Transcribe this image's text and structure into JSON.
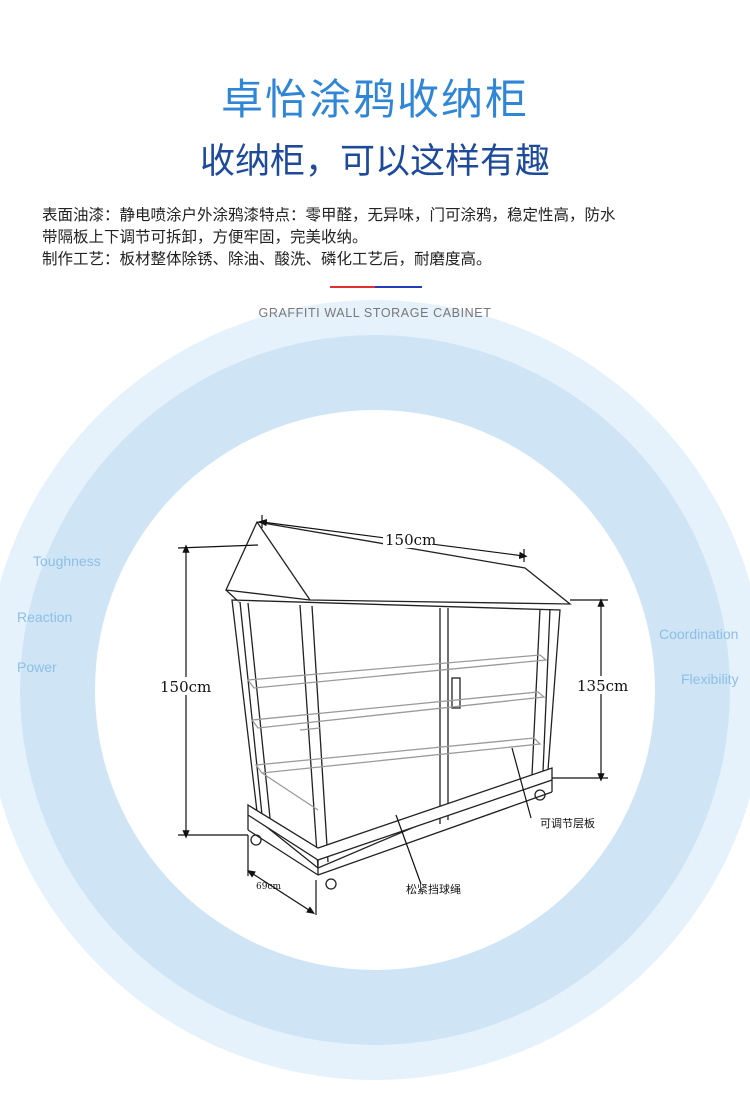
{
  "header": {
    "title": "卓怡涂鸦收纳柜",
    "subtitle": "收纳柜，可以这样有趣"
  },
  "description": {
    "lines": [
      "表面油漆：静电喷涂户外涂鸦漆特点：零甲醛，无异味，门可涂鸦，稳定性高，防水",
      "带隔板上下调节可拆卸，方便牢固，完美收纳。",
      "制作工艺：板材整体除锈、除油、酸洗、磷化工艺后，耐磨度高。"
    ]
  },
  "section_label": "GRAFFITI WALL STORAGE CABINET",
  "keywords": {
    "left": [
      "Toughness",
      "Reaction",
      "Power"
    ],
    "right": [
      "Coordination",
      "Flexibility"
    ]
  },
  "diagram": {
    "dimensions": {
      "width": "150cm",
      "height": "150cm",
      "body_height": "135cm",
      "depth": "69cm"
    },
    "callouts": {
      "shelf": "可调节层板",
      "rope": "松紧挡球绳"
    }
  },
  "colors": {
    "title": "#2f86d6",
    "subtitle": "#1d4a9a",
    "accent_red": "#e0312f",
    "accent_blue": "#1f3fb5",
    "ring": "#cfe5f6",
    "keyword": "#8cbfe6"
  }
}
